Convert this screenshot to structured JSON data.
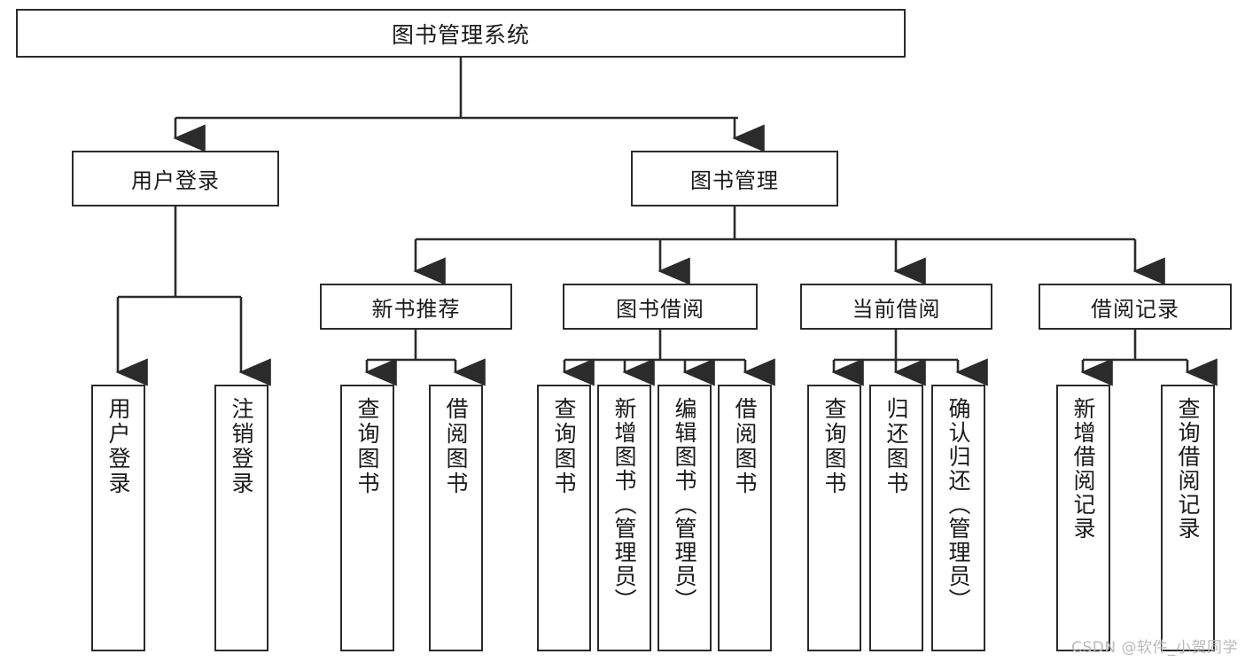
{
  "diagram": {
    "type": "tree-hierarchy",
    "title": "图书管理系统",
    "watermark": "CSDN @软件_小贺同学",
    "nodes": {
      "root": {
        "label": "图书管理系统"
      },
      "level2": [
        {
          "id": "user-login",
          "label": "用户登录"
        },
        {
          "id": "book-manage",
          "label": "图书管理"
        }
      ],
      "level3": [
        {
          "id": "new-book-rec",
          "label": "新书推荐"
        },
        {
          "id": "book-borrow",
          "label": "图书借阅"
        },
        {
          "id": "current-borrow",
          "label": "当前借阅"
        },
        {
          "id": "borrow-record",
          "label": "借阅记录"
        }
      ],
      "leaves": [
        {
          "id": "leaf-user-login",
          "label": "用户登录",
          "parent": "user-login"
        },
        {
          "id": "leaf-user-logout",
          "label": "注销登录",
          "parent": "user-login"
        },
        {
          "id": "leaf-query-book-1",
          "label": "查询图书",
          "parent": "new-book-rec"
        },
        {
          "id": "leaf-borrow-book-1",
          "label": "借阅图书",
          "parent": "new-book-rec"
        },
        {
          "id": "leaf-query-book-2",
          "label": "查询图书",
          "parent": "book-borrow"
        },
        {
          "id": "leaf-add-book",
          "label": "新增图书（管理员）",
          "parent": "book-borrow"
        },
        {
          "id": "leaf-edit-book",
          "label": "编辑图书（管理员）",
          "parent": "book-borrow"
        },
        {
          "id": "leaf-borrow-book-2",
          "label": "借阅图书",
          "parent": "book-borrow"
        },
        {
          "id": "leaf-query-book-3",
          "label": "查询图书",
          "parent": "current-borrow"
        },
        {
          "id": "leaf-return-book",
          "label": "归还图书",
          "parent": "current-borrow"
        },
        {
          "id": "leaf-confirm-return",
          "label": "确认归还（管理员）",
          "parent": "current-borrow"
        },
        {
          "id": "leaf-add-record",
          "label": "新增借阅记录",
          "parent": "borrow-record"
        },
        {
          "id": "leaf-query-record",
          "label": "查询借阅记录",
          "parent": "borrow-record"
        }
      ]
    },
    "colors": {
      "stroke": "#2b2b2b",
      "fill": "#ffffff",
      "text": "#1a1a1a",
      "watermark": "#b9b9b9"
    }
  }
}
